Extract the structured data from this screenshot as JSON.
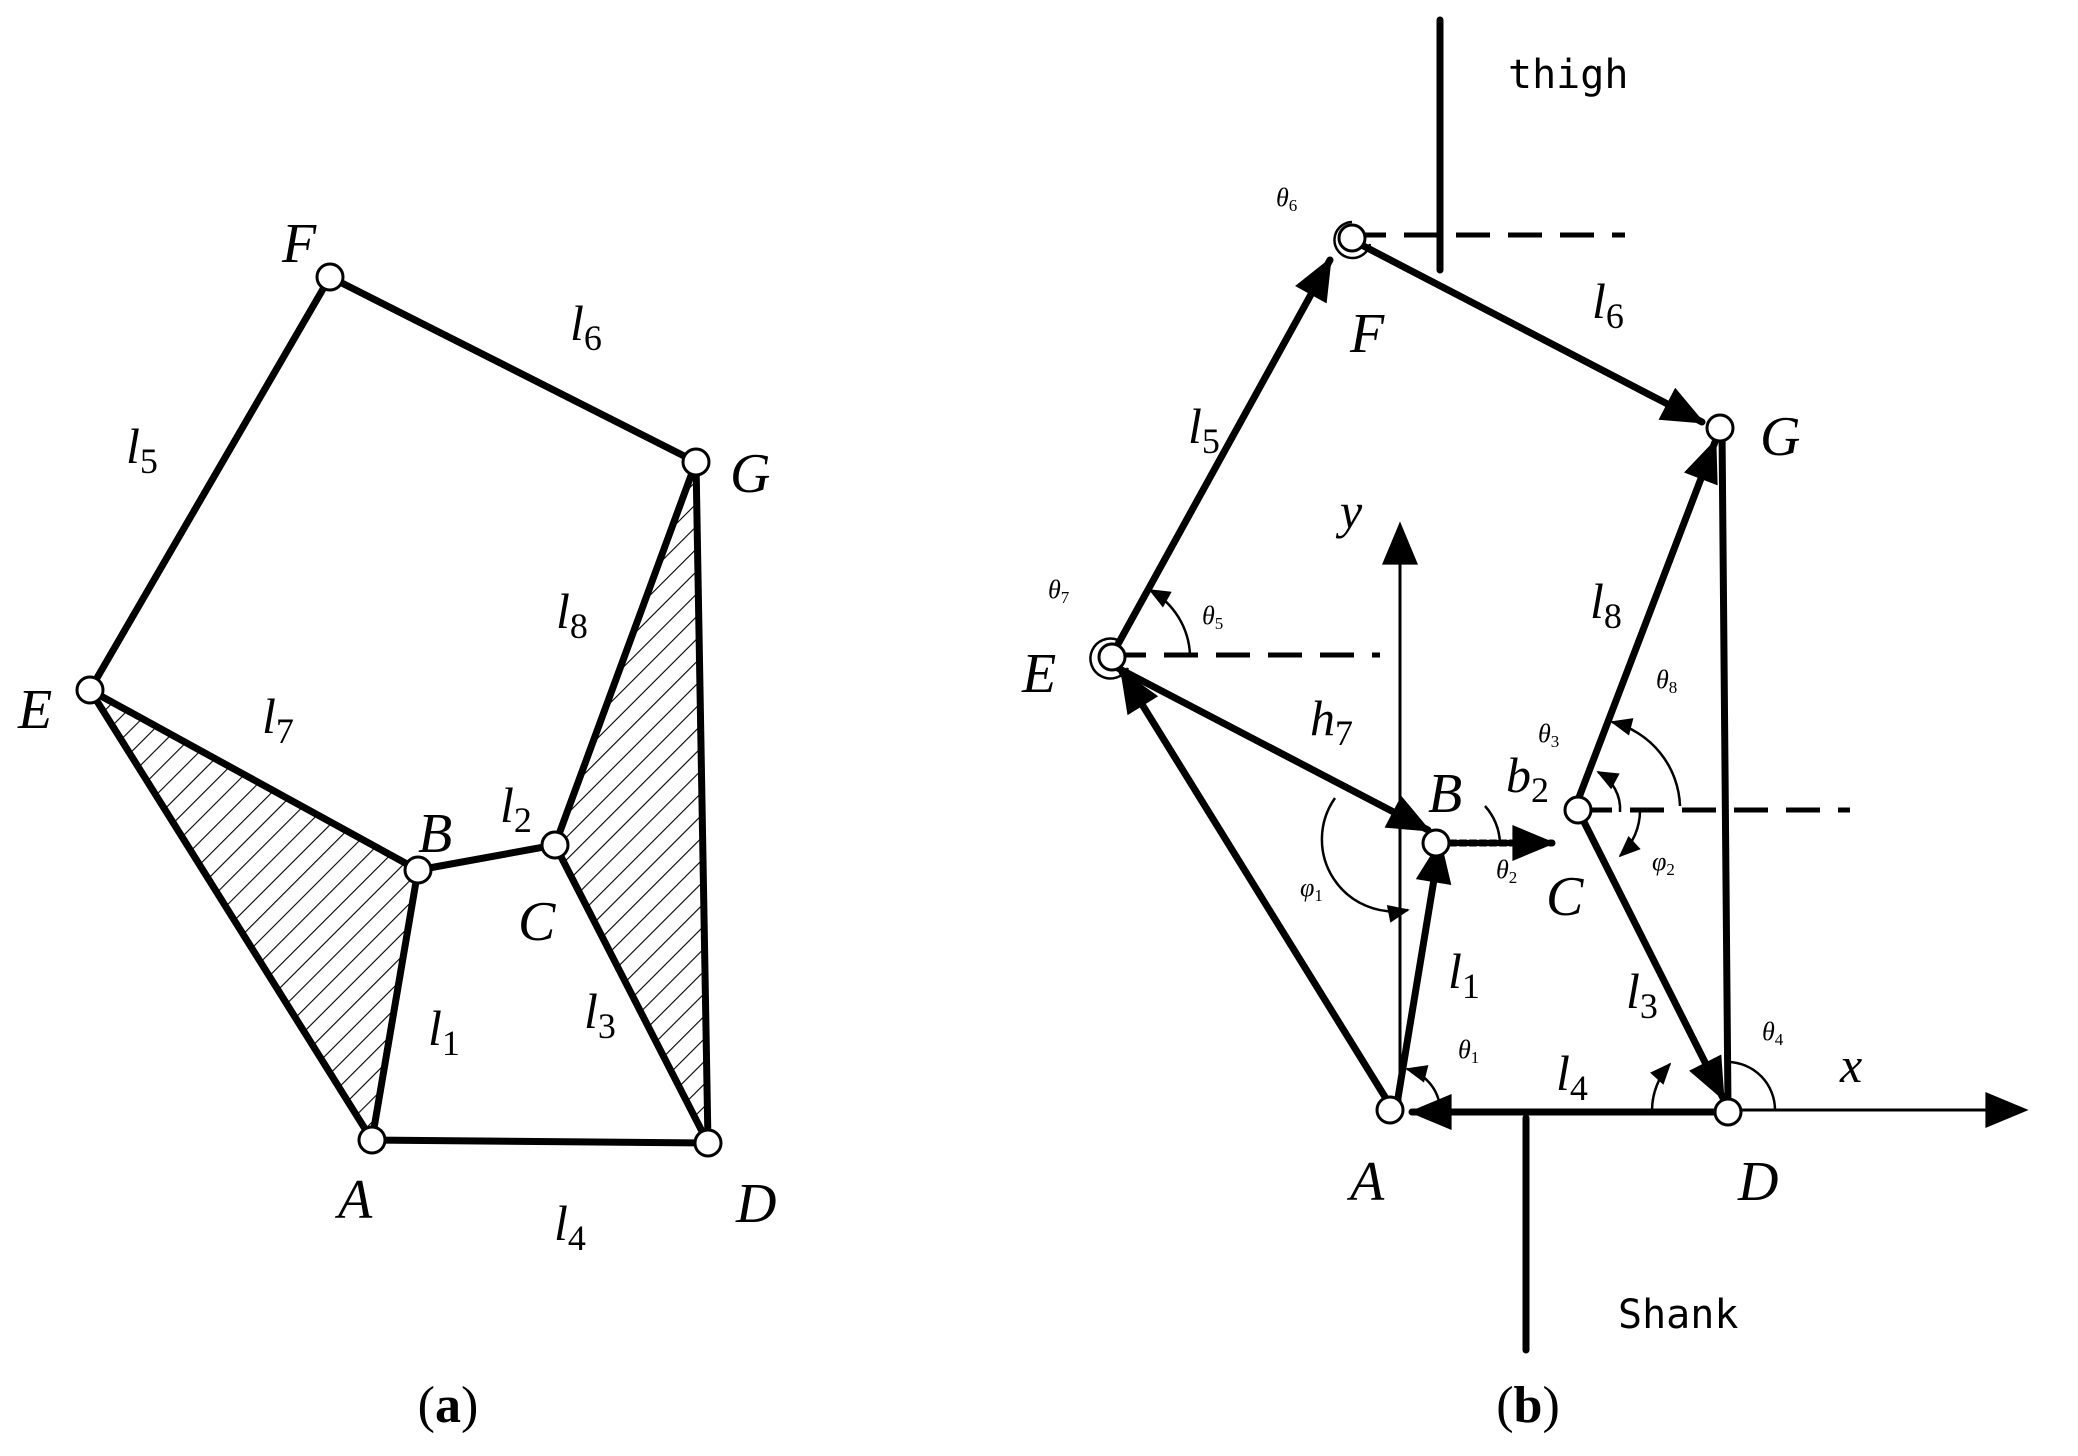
{
  "panel_a": {
    "caption_open": "(",
    "caption_letter": "a",
    "caption_close": ")",
    "points": {
      "A": "A",
      "B": "B",
      "C": "C",
      "D": "D",
      "E": "E",
      "F": "F",
      "G": "G"
    },
    "links": {
      "l1": {
        "base": "l",
        "sub": "1"
      },
      "l2": {
        "base": "l",
        "sub": "2"
      },
      "l3": {
        "base": "l",
        "sub": "3"
      },
      "l4": {
        "base": "l",
        "sub": "4"
      },
      "l5": {
        "base": "l",
        "sub": "5"
      },
      "l6": {
        "base": "l",
        "sub": "6"
      },
      "l7": {
        "base": "l",
        "sub": "7"
      },
      "l8": {
        "base": "l",
        "sub": "8"
      }
    }
  },
  "panel_b": {
    "caption_open": "(",
    "caption_letter": "b",
    "caption_close": ")",
    "thigh_label": "thigh",
    "shank_label": "Shank",
    "axis_x": "x",
    "axis_y": "y",
    "points": {
      "A": "A",
      "B": "B",
      "C": "C",
      "D": "D",
      "E": "E",
      "F": "F",
      "G": "G"
    },
    "links": {
      "l1": {
        "base": "l",
        "sub": "1"
      },
      "l2": {
        "base": "b",
        "sub": "2"
      },
      "l3": {
        "base": "l",
        "sub": "3"
      },
      "l4": {
        "base": "l",
        "sub": "4"
      },
      "l5": {
        "base": "l",
        "sub": "5"
      },
      "l6": {
        "base": "l",
        "sub": "6"
      },
      "l7": {
        "base": "h",
        "sub": "7"
      },
      "l8": {
        "base": "l",
        "sub": "8"
      }
    },
    "angles": {
      "theta1": {
        "base": "θ",
        "sub": "1"
      },
      "theta2": {
        "base": "θ",
        "sub": "2"
      },
      "theta3": {
        "base": "θ",
        "sub": "3"
      },
      "theta4": {
        "base": "θ",
        "sub": "4"
      },
      "theta5": {
        "base": "θ",
        "sub": "5"
      },
      "theta6": {
        "base": "θ",
        "sub": "6"
      },
      "theta7": {
        "base": "θ",
        "sub": "7"
      },
      "theta8": {
        "base": "θ",
        "sub": "8"
      },
      "phi1": {
        "base": "φ",
        "sub": "1"
      },
      "phi2": {
        "base": "φ",
        "sub": "2"
      }
    }
  }
}
